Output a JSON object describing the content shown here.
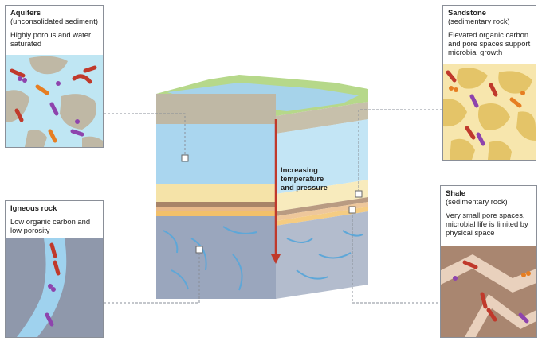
{
  "colors": {
    "aquifer_bg": "#bfe6f3",
    "sediment": "#bfb8a5",
    "sandstone_bg": "#f7e6ad",
    "sandstone_grain": "#e4c468",
    "igneous_bg": "#8f98ab",
    "shale_bg": "#a98670",
    "shale_crack": "#e9d1bd",
    "water": "#9fd2ee",
    "arrow": "#c0392b",
    "leader": "#8a8f98"
  },
  "panels": {
    "aquifers": {
      "title": "Aquifers",
      "subtitle": "(unconsolidated sediment)",
      "description": "Highly porous and water saturated"
    },
    "sandstone": {
      "title": "Sandstone",
      "subtitle": "(sedimentary rock)",
      "description": "Elevated organic carbon and pore spaces support microbial growth"
    },
    "igneous": {
      "title": "Igneous rock",
      "subtitle": "",
      "description": "Low organic carbon and low porosity"
    },
    "shale": {
      "title": "Shale",
      "subtitle": "(sedimentary rock)",
      "description": "Very small pore spaces, microbial life is limited by physical space"
    }
  },
  "gradient_label": {
    "line1": "Increasing",
    "line2": "temperature",
    "line3": "and pressure"
  }
}
